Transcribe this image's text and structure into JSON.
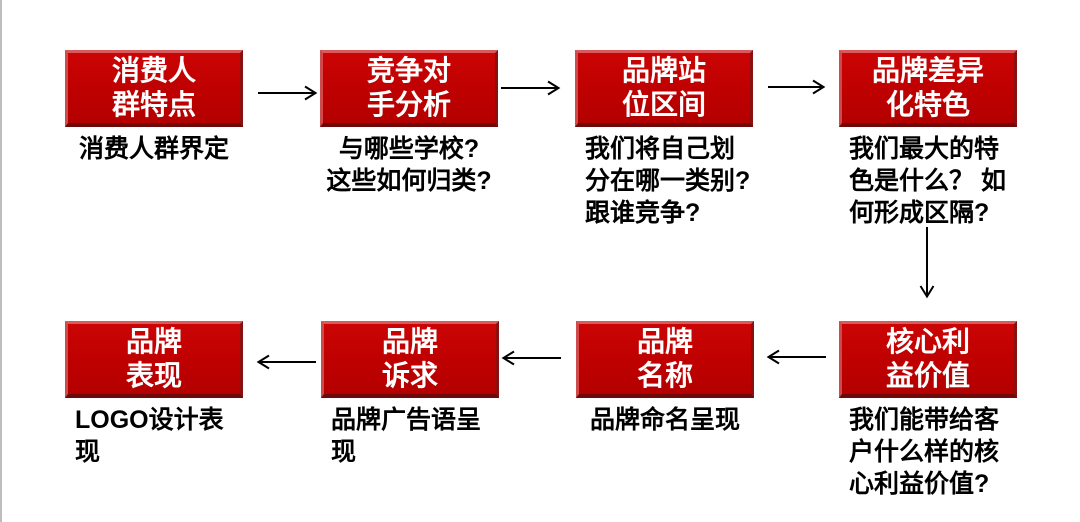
{
  "diagram": {
    "steps": [
      {
        "box": "消费人\n群特点",
        "caption": "消费人群界定"
      },
      {
        "box": "竞争对\n手分析",
        "caption": "与哪些学校?\n这些如何归类?"
      },
      {
        "box": "品牌站\n位区间",
        "caption": "我们将自己划\n分在哪一类别?\n跟谁竞争?"
      },
      {
        "box": "品牌差异\n化特色",
        "caption": "我们最大的特\n色是什么？ 如\n何形成区隔?"
      },
      {
        "box": "核心利\n益价值",
        "caption": "我们能带给客\n户什么样的核\n心利益价值?"
      },
      {
        "box": "品牌\n名称",
        "caption": "品牌命名呈现"
      },
      {
        "box": "品牌\n诉求",
        "caption": "品牌广告语呈\n现"
      },
      {
        "box": "品牌\n表现",
        "caption": "LOGO设计表\n现"
      }
    ],
    "colors": {
      "box_fill": "#c00000",
      "box_highlight": "#d85a5a",
      "box_shadow": "#6e0909",
      "box_text": "#ffffff",
      "caption_text": "#000000",
      "arrow": "#000000",
      "edge_line": "#bdbdbd"
    }
  }
}
